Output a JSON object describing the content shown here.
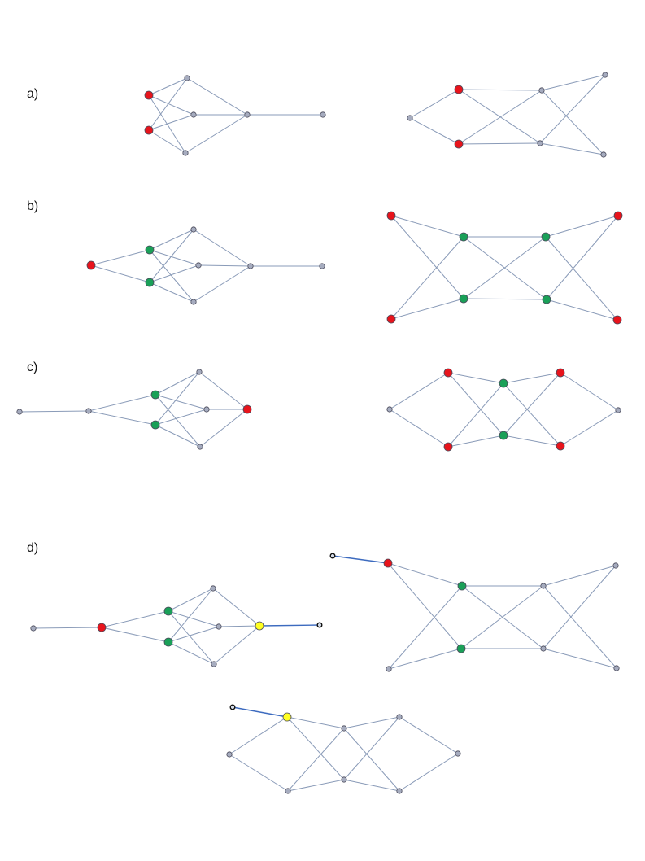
{
  "colors": {
    "edge": "#8a9bb8",
    "pendant_edge": "#3d6bbf",
    "gray_node": "#a6acbf",
    "red_node": "#e8141c",
    "green_node": "#1aa058",
    "yellow_node": "#ffff22",
    "node_stroke": "#4a4a5a",
    "open_node": "#d5dce8",
    "open_stroke": "#111111"
  },
  "panels": [
    {
      "label": "a)"
    },
    {
      "label": "b)"
    },
    {
      "label": "c)"
    },
    {
      "label": "d)"
    }
  ],
  "graphs": [
    {
      "id": "a-left",
      "panel": "a)",
      "nodes": [
        {
          "id": "a1",
          "c": "red"
        },
        {
          "id": "a2",
          "c": "red"
        },
        {
          "id": "t",
          "c": "gray"
        },
        {
          "id": "m",
          "c": "gray"
        },
        {
          "id": "b",
          "c": "gray"
        },
        {
          "id": "h",
          "c": "gray"
        },
        {
          "id": "p",
          "c": "gray"
        }
      ],
      "edges": [
        [
          "a1",
          "t"
        ],
        [
          "a1",
          "m"
        ],
        [
          "a1",
          "b"
        ],
        [
          "a2",
          "t"
        ],
        [
          "a2",
          "m"
        ],
        [
          "a2",
          "b"
        ],
        [
          "t",
          "h"
        ],
        [
          "m",
          "h"
        ],
        [
          "b",
          "h"
        ],
        [
          "h",
          "p"
        ]
      ]
    },
    {
      "id": "a-right",
      "panel": "a)",
      "nodes": [
        {
          "id": "l",
          "c": "gray"
        },
        {
          "id": "r1",
          "c": "red"
        },
        {
          "id": "r2",
          "c": "red"
        },
        {
          "id": "m1",
          "c": "gray"
        },
        {
          "id": "m2",
          "c": "gray"
        },
        {
          "id": "e1",
          "c": "gray"
        },
        {
          "id": "e2",
          "c": "gray"
        }
      ],
      "edges": [
        [
          "l",
          "r1"
        ],
        [
          "l",
          "r2"
        ],
        [
          "r1",
          "m1"
        ],
        [
          "r1",
          "m2"
        ],
        [
          "r2",
          "m1"
        ],
        [
          "r2",
          "m2"
        ],
        [
          "m1",
          "e1"
        ],
        [
          "m1",
          "e2"
        ],
        [
          "m2",
          "e1"
        ],
        [
          "m2",
          "e2"
        ]
      ]
    },
    {
      "id": "b-left",
      "panel": "b)",
      "nodes": [
        {
          "id": "r",
          "c": "red"
        },
        {
          "id": "g1",
          "c": "green"
        },
        {
          "id": "g2",
          "c": "green"
        },
        {
          "id": "t",
          "c": "gray"
        },
        {
          "id": "m",
          "c": "gray"
        },
        {
          "id": "b",
          "c": "gray"
        },
        {
          "id": "h",
          "c": "gray"
        },
        {
          "id": "p",
          "c": "gray"
        }
      ],
      "edges": [
        [
          "r",
          "g1"
        ],
        [
          "r",
          "g2"
        ],
        [
          "g1",
          "t"
        ],
        [
          "g1",
          "m"
        ],
        [
          "g1",
          "b"
        ],
        [
          "g2",
          "t"
        ],
        [
          "g2",
          "m"
        ],
        [
          "g2",
          "b"
        ],
        [
          "t",
          "h"
        ],
        [
          "m",
          "h"
        ],
        [
          "b",
          "h"
        ],
        [
          "h",
          "p"
        ]
      ]
    },
    {
      "id": "b-right",
      "panel": "b)",
      "nodes": [
        {
          "id": "r1",
          "c": "red"
        },
        {
          "id": "r2",
          "c": "red"
        },
        {
          "id": "g1",
          "c": "green"
        },
        {
          "id": "g2",
          "c": "green"
        },
        {
          "id": "g3",
          "c": "green"
        },
        {
          "id": "g4",
          "c": "green"
        },
        {
          "id": "r3",
          "c": "red"
        },
        {
          "id": "r4",
          "c": "red"
        }
      ],
      "edges": [
        [
          "r1",
          "g1"
        ],
        [
          "r1",
          "g2"
        ],
        [
          "r2",
          "g1"
        ],
        [
          "r2",
          "g2"
        ],
        [
          "g1",
          "g3"
        ],
        [
          "g1",
          "g4"
        ],
        [
          "g2",
          "g3"
        ],
        [
          "g2",
          "g4"
        ],
        [
          "g3",
          "r3"
        ],
        [
          "g3",
          "r4"
        ],
        [
          "g4",
          "r3"
        ],
        [
          "g4",
          "r4"
        ]
      ]
    },
    {
      "id": "c-left",
      "panel": "c)",
      "nodes": [
        {
          "id": "p",
          "c": "gray"
        },
        {
          "id": "h",
          "c": "gray"
        },
        {
          "id": "g1",
          "c": "green"
        },
        {
          "id": "g2",
          "c": "green"
        },
        {
          "id": "t",
          "c": "gray"
        },
        {
          "id": "m",
          "c": "gray"
        },
        {
          "id": "b",
          "c": "gray"
        },
        {
          "id": "r",
          "c": "red"
        }
      ],
      "edges": [
        [
          "p",
          "h"
        ],
        [
          "h",
          "g1"
        ],
        [
          "h",
          "g2"
        ],
        [
          "g1",
          "t"
        ],
        [
          "g1",
          "m"
        ],
        [
          "g1",
          "b"
        ],
        [
          "g2",
          "t"
        ],
        [
          "g2",
          "m"
        ],
        [
          "g2",
          "b"
        ],
        [
          "t",
          "r"
        ],
        [
          "m",
          "r"
        ],
        [
          "b",
          "r"
        ]
      ]
    },
    {
      "id": "c-right",
      "panel": "c)",
      "nodes": [
        {
          "id": "l",
          "c": "gray"
        },
        {
          "id": "r1",
          "c": "red"
        },
        {
          "id": "r2",
          "c": "red"
        },
        {
          "id": "g1",
          "c": "green"
        },
        {
          "id": "g2",
          "c": "green"
        },
        {
          "id": "r3",
          "c": "red"
        },
        {
          "id": "r4",
          "c": "red"
        },
        {
          "id": "e",
          "c": "gray"
        }
      ],
      "edges": [
        [
          "l",
          "r1"
        ],
        [
          "l",
          "r2"
        ],
        [
          "r1",
          "g1"
        ],
        [
          "r1",
          "g2"
        ],
        [
          "r2",
          "g1"
        ],
        [
          "r2",
          "g2"
        ],
        [
          "g1",
          "r3"
        ],
        [
          "g1",
          "r4"
        ],
        [
          "g2",
          "r3"
        ],
        [
          "g2",
          "r4"
        ],
        [
          "r3",
          "e"
        ],
        [
          "r4",
          "e"
        ]
      ]
    },
    {
      "id": "d-left",
      "panel": "d)",
      "nodes": [
        {
          "id": "p",
          "c": "gray"
        },
        {
          "id": "r",
          "c": "red"
        },
        {
          "id": "g1",
          "c": "green"
        },
        {
          "id": "g2",
          "c": "green"
        },
        {
          "id": "t",
          "c": "gray"
        },
        {
          "id": "m",
          "c": "gray"
        },
        {
          "id": "b",
          "c": "gray"
        },
        {
          "id": "y",
          "c": "yellow"
        },
        {
          "id": "o",
          "c": "open"
        }
      ],
      "edges": [
        [
          "p",
          "r"
        ],
        [
          "r",
          "g1"
        ],
        [
          "r",
          "g2"
        ],
        [
          "g1",
          "t"
        ],
        [
          "g1",
          "m"
        ],
        [
          "g1",
          "b"
        ],
        [
          "g2",
          "t"
        ],
        [
          "g2",
          "m"
        ],
        [
          "g2",
          "b"
        ],
        [
          "t",
          "y"
        ],
        [
          "m",
          "y"
        ],
        [
          "b",
          "y"
        ],
        [
          "y",
          "o",
          "pendant"
        ]
      ]
    },
    {
      "id": "d-right",
      "panel": "d)",
      "nodes": [
        {
          "id": "o",
          "c": "open"
        },
        {
          "id": "r",
          "c": "red"
        },
        {
          "id": "l",
          "c": "gray"
        },
        {
          "id": "g1",
          "c": "green"
        },
        {
          "id": "g2",
          "c": "green"
        },
        {
          "id": "m1",
          "c": "gray"
        },
        {
          "id": "m2",
          "c": "gray"
        },
        {
          "id": "e1",
          "c": "gray"
        },
        {
          "id": "e2",
          "c": "gray"
        }
      ],
      "edges": [
        [
          "o",
          "r",
          "pendant"
        ],
        [
          "r",
          "g1"
        ],
        [
          "r",
          "g2"
        ],
        [
          "l",
          "g1"
        ],
        [
          "l",
          "g2"
        ],
        [
          "g1",
          "m1"
        ],
        [
          "g1",
          "m2"
        ],
        [
          "g2",
          "m1"
        ],
        [
          "g2",
          "m2"
        ],
        [
          "m1",
          "e1"
        ],
        [
          "m1",
          "e2"
        ],
        [
          "m2",
          "e1"
        ],
        [
          "m2",
          "e2"
        ]
      ]
    },
    {
      "id": "d-bottom",
      "panel": "d)",
      "nodes": [
        {
          "id": "o",
          "c": "open"
        },
        {
          "id": "y",
          "c": "yellow"
        },
        {
          "id": "l",
          "c": "gray"
        },
        {
          "id": "b1",
          "c": "gray"
        },
        {
          "id": "m1",
          "c": "gray"
        },
        {
          "id": "m2",
          "c": "gray"
        },
        {
          "id": "r1",
          "c": "gray"
        },
        {
          "id": "b2",
          "c": "gray"
        },
        {
          "id": "e",
          "c": "gray"
        }
      ],
      "edges": [
        [
          "o",
          "y",
          "pendant"
        ],
        [
          "l",
          "y"
        ],
        [
          "l",
          "b1"
        ],
        [
          "y",
          "m1"
        ],
        [
          "y",
          "m2"
        ],
        [
          "b1",
          "m1"
        ],
        [
          "b1",
          "m2"
        ],
        [
          "m1",
          "r1"
        ],
        [
          "m1",
          "b2"
        ],
        [
          "m2",
          "r1"
        ],
        [
          "m2",
          "b2"
        ],
        [
          "r1",
          "e"
        ],
        [
          "b2",
          "e"
        ]
      ]
    }
  ]
}
